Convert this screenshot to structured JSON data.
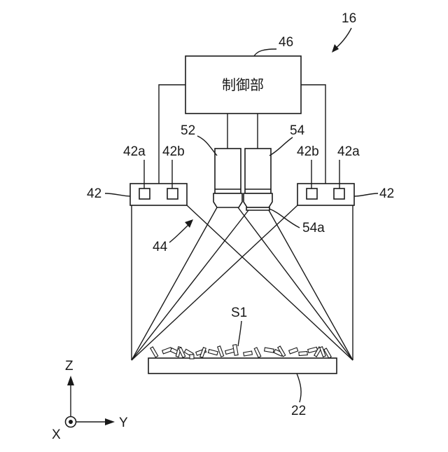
{
  "labels": {
    "assembly": "16",
    "controller": "46",
    "controller_text": "制御部",
    "camera_left": "52",
    "camera_right": "54",
    "lens_right": "54a",
    "light_left": "42",
    "light_right": "42",
    "light_left_a": "42a",
    "light_left_b": "42b",
    "light_right_b": "42b",
    "light_right_a": "42a",
    "light_beam": "44",
    "workpieces": "S1",
    "tray": "22"
  },
  "axes": {
    "z": "Z",
    "y": "Y",
    "x": "X"
  }
}
